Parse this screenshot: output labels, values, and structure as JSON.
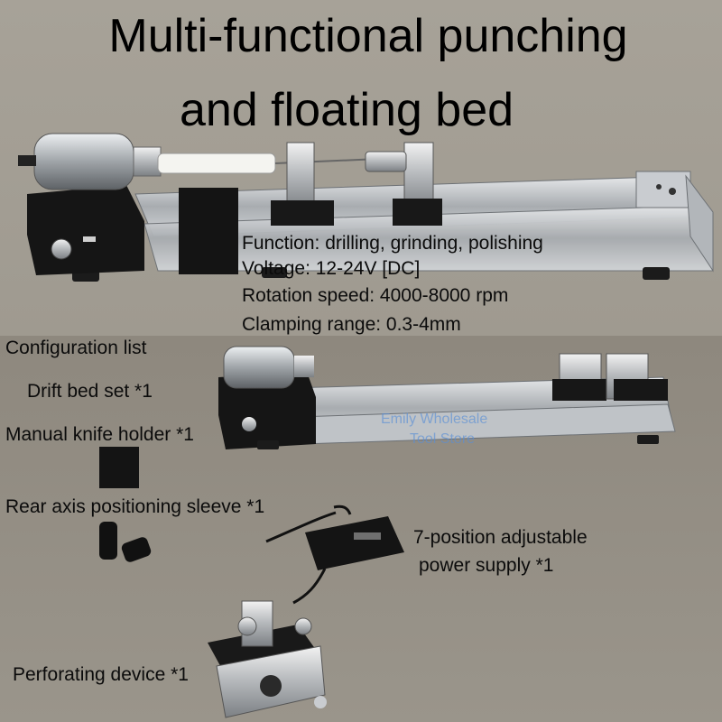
{
  "title": {
    "line1": "Multi-functional punching",
    "line2": "and floating bed"
  },
  "specs": [
    "Function: drilling, grinding, polishing",
    "Voltage: 12-24V [DC]",
    "Rotation speed: 4000-8000 rpm",
    "Clamping range: 0.3-4mm"
  ],
  "config": {
    "heading": "Configuration list",
    "items": [
      "Drift bed set *1",
      "Manual knife holder *1",
      "Rear axis positioning sleeve *1",
      "7-position adjustable",
      "power supply *1",
      "Perforating device *1"
    ]
  },
  "watermark": {
    "line1": "Emily Wholesale",
    "line2": "Tool Store"
  }
}
